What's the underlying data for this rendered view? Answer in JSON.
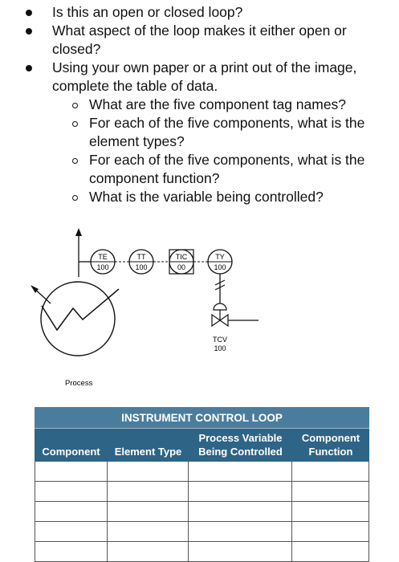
{
  "questions": [
    {
      "lines": [
        "Is this an open or closed loop?"
      ]
    },
    {
      "lines": [
        "What aspect of the loop makes it either open or",
        "closed?"
      ]
    },
    {
      "lines": [
        "Using your own paper or a print out of the image,",
        "complete the table of data."
      ]
    }
  ],
  "subquestions": [
    {
      "lines": [
        "What are the five component tag names?"
      ]
    },
    {
      "lines": [
        "For each of the five components, what is the",
        "element types?"
      ]
    },
    {
      "lines": [
        "For each of the five components, what is the",
        "component function?"
      ]
    },
    {
      "lines": [
        "What  is the variable being controlled?"
      ]
    }
  ],
  "diagram": {
    "instruments": [
      {
        "tag": "TE",
        "number": "100"
      },
      {
        "tag": "TT",
        "number": "100"
      },
      {
        "tag": "TIC",
        "number": "00"
      },
      {
        "tag": "TY",
        "number": "100"
      }
    ],
    "valve_tag": "TCV",
    "valve_number": "100",
    "process_label": "Process"
  },
  "table": {
    "title": "INSTRUMENT CONTROL LOOP",
    "columns": [
      "Component",
      "Element Type",
      "Process Variable Being Controlled",
      "Component Function"
    ],
    "row_count": 5
  }
}
